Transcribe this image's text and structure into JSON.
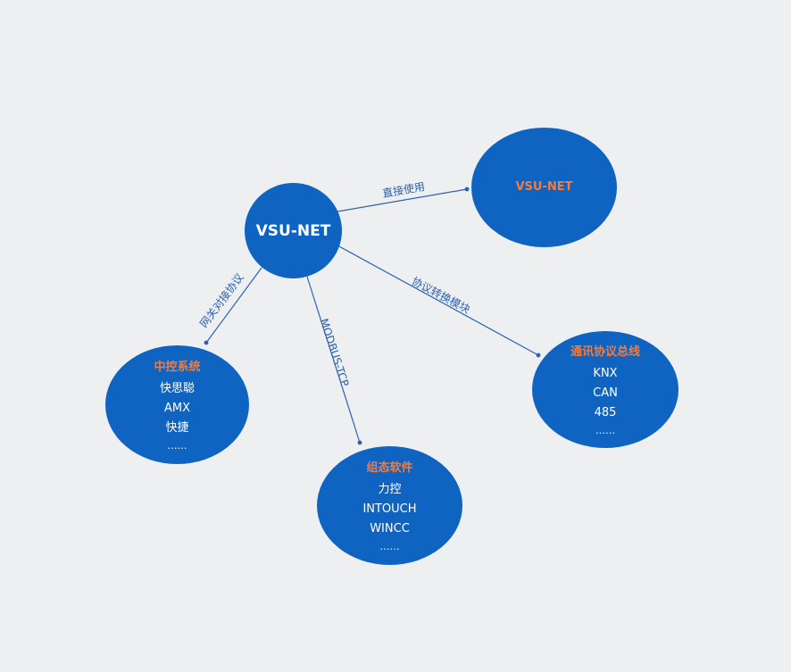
{
  "hub": {
    "label": "VSU-NET"
  },
  "nodes": {
    "direct": {
      "title": "VSU-NET"
    },
    "central_control": {
      "title": "中控系统",
      "items": [
        "快思聪",
        "AMX",
        "快捷"
      ],
      "ellipsis": "……"
    },
    "config_software": {
      "title": "组态软件",
      "items": [
        "力控",
        "INTOUCH",
        "WINCC"
      ],
      "ellipsis": "……"
    },
    "comm_bus": {
      "title": "通讯协议总线",
      "items": [
        "KNX",
        "CAN",
        "485"
      ],
      "ellipsis": "……"
    }
  },
  "edges": {
    "direct_use": "直接使用",
    "gateway_protocol": "网关对接协议",
    "modbus": "MODBUS-TCP",
    "protocol_module": "协议转换模块"
  },
  "colors": {
    "background": "#eeeff1",
    "node_fill": "#0f64c1",
    "title_accent": "#f07c42",
    "line": "#2a62b0"
  }
}
